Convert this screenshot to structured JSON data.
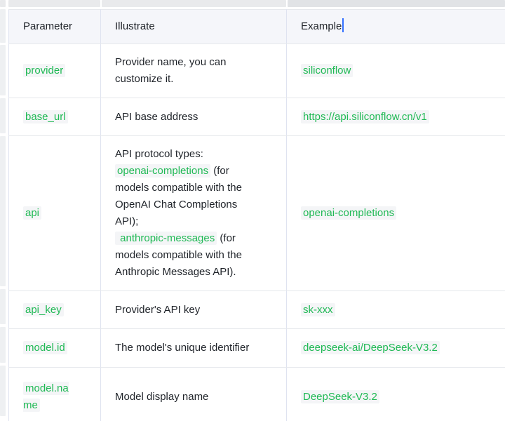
{
  "colors": {
    "text": "#1f2329",
    "code_green": "#1fb954",
    "chip_bg": "#f4f5f7",
    "header_bg": "#f5f6fa",
    "border_v": "#dfe3f0",
    "border_h": "#e6e8ec",
    "caret_blue": "#3370ff",
    "grip": "#e9eaec",
    "grip_selected": "#e1e3e6",
    "grip_row": "#eef0f2"
  },
  "table": {
    "headers": [
      "Parameter",
      "Illustrate",
      "Example"
    ],
    "active_header": "Example",
    "rows": [
      {
        "param": "provider",
        "illustrate_lines": [
          [
            {
              "t": "text",
              "v": "Provider name, you can"
            }
          ],
          [
            {
              "t": "text",
              "v": "customize it."
            }
          ]
        ],
        "example": "siliconflow"
      },
      {
        "param": "base_url",
        "illustrate_lines": [
          [
            {
              "t": "text",
              "v": "API base address"
            }
          ]
        ],
        "example": "https://api.siliconflow.cn/v1"
      },
      {
        "param": "api",
        "illustrate_lines": [
          [
            {
              "t": "text",
              "v": "API protocol types:"
            }
          ],
          [
            {
              "t": "code",
              "v": "openai-completions"
            },
            {
              "t": "text",
              "v": " (for"
            }
          ],
          [
            {
              "t": "text",
              "v": "models compatible with the"
            }
          ],
          [
            {
              "t": "text",
              "v": "OpenAI Chat Completions"
            }
          ],
          [
            {
              "t": "text",
              "v": "API);"
            }
          ],
          [
            {
              "t": "code",
              "v": " anthropic-messages"
            },
            {
              "t": "text",
              "v": " (for"
            }
          ],
          [
            {
              "t": "text",
              "v": "models compatible with the"
            }
          ],
          [
            {
              "t": "text",
              "v": "Anthropic Messages API)."
            }
          ]
        ],
        "example": "openai-completions"
      },
      {
        "param": "api_key",
        "illustrate_lines": [
          [
            {
              "t": "text",
              "v": "Provider's API key"
            }
          ]
        ],
        "example": "sk-xxx"
      },
      {
        "param": "model.id",
        "illustrate_lines": [
          [
            {
              "t": "text",
              "v": "The model's unique identifier"
            }
          ]
        ],
        "example": "deepseek-ai/DeepSeek-V3.2"
      },
      {
        "param": "model.name",
        "illustrate_lines": [
          [
            {
              "t": "text",
              "v": "Model display name"
            }
          ]
        ],
        "example": "DeepSeek-V3.2"
      }
    ]
  }
}
